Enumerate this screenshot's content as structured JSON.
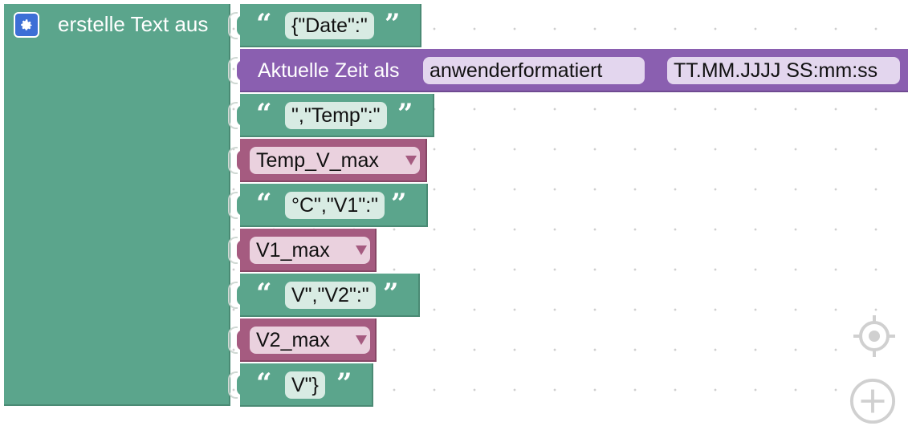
{
  "block": {
    "title": "erstelle Text aus",
    "icon": "gear-icon",
    "colors": {
      "text_block": "#5ba58c",
      "date_block": "#8a5fb0",
      "variable_block": "#a55b80",
      "settings_icon": "#3d6fd6"
    }
  },
  "items": [
    {
      "kind": "text",
      "value": "{\"Date\":\""
    },
    {
      "kind": "date",
      "prefix": "Aktuelle Zeit als",
      "format_option": "anwenderformatiert",
      "format_value": "TT.MM.JJJJ SS:mm:ss"
    },
    {
      "kind": "text",
      "value": "\",\"Temp\":\""
    },
    {
      "kind": "variable",
      "value": "Temp_V_max"
    },
    {
      "kind": "text",
      "value": "°C\",\"V1\":\""
    },
    {
      "kind": "variable",
      "value": "V1_max"
    },
    {
      "kind": "text",
      "value": "V\",\"V2\":\""
    },
    {
      "kind": "variable",
      "value": "V2_max"
    },
    {
      "kind": "text",
      "value": "V\"}"
    }
  ],
  "quote_open": "“",
  "quote_close": "”",
  "workspace_controls": [
    "center-icon",
    "zoom-in-icon"
  ]
}
